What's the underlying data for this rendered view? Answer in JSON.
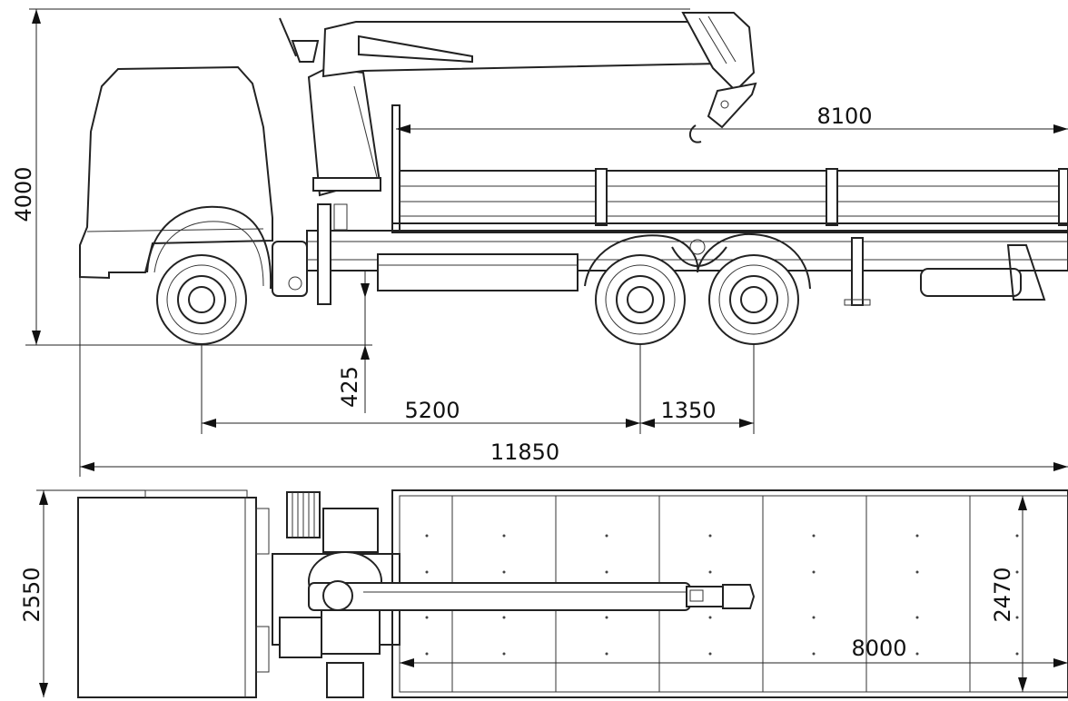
{
  "drawing": {
    "dimensions": {
      "overall_height": "4000",
      "crane_reach": "8100",
      "ground_clearance": "425",
      "wheelbase": "5200",
      "tandem_spacing": "1350",
      "overall_length": "11850",
      "overall_width": "2550",
      "body_width": "2470",
      "body_length": "8000"
    }
  }
}
